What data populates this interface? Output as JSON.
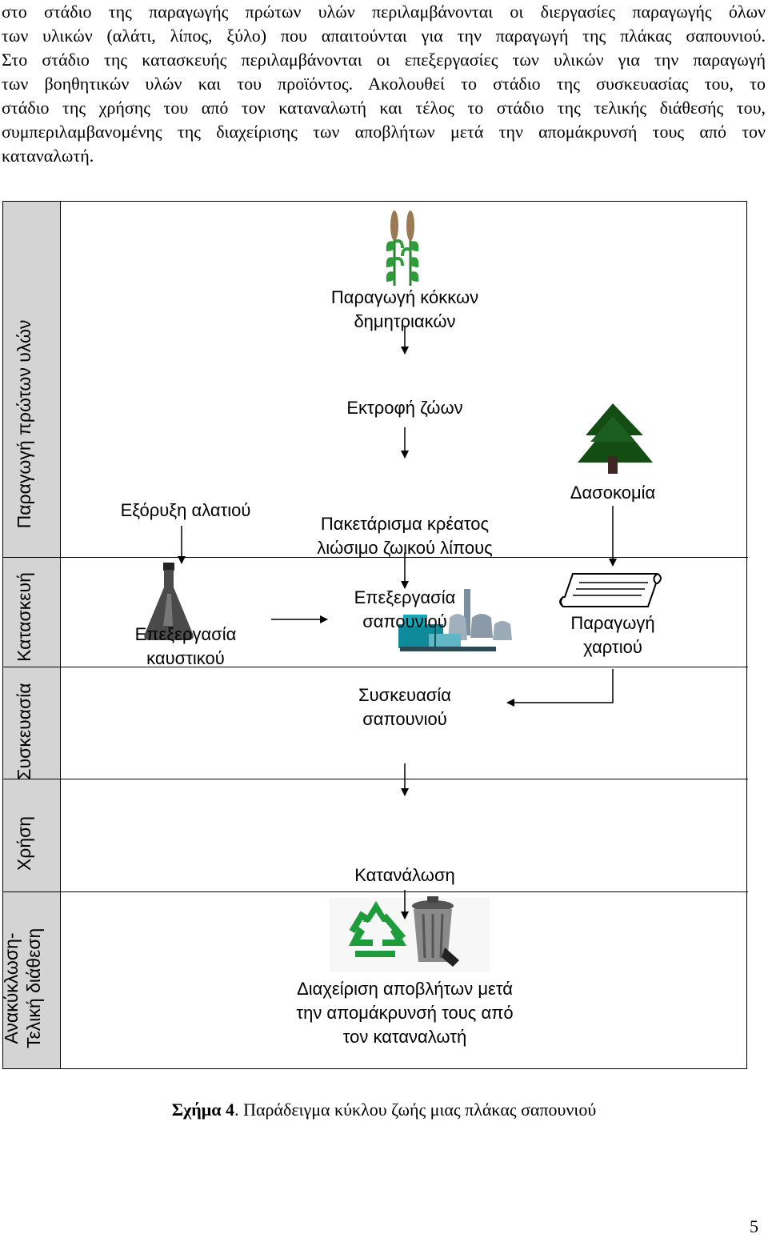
{
  "paragraph": {
    "lines": [
      "στο στάδιο της παραγωγής πρώτων υλών περιλαμβάνονται οι διεργασίες παραγωγής όλων",
      "των υλικών (αλάτι, λίπος, ξύλο) που απαιτούνται για την παραγωγή της πλάκας σαπουνιού.",
      "Στο στάδιο της κατασκευής περιλαμβάνονται οι επεξεργασίες των υλικών για την παραγωγή",
      "των βοηθητικών υλών και του προϊόντος. Ακολουθεί το στάδιο της συσκευασίας του, το",
      "στάδιο της χρήσης του από τον καταναλωτή και τέλος το στάδιο της τελικής διάθεσής του,",
      "συμπεριλαμβανομένης της διαχείρισης των αποβλήτων μετά την απομάκρυνσή τους από τον",
      "καταναλωτή."
    ]
  },
  "figure": {
    "stages": {
      "raw_materials": "Παραγωγή πρώτων υλών",
      "manufacture": "Κατασκευή",
      "packaging": "Συσκευασία",
      "use": "Χρήση",
      "end_of_life_line1": "Ανακύκλωση-",
      "end_of_life_line2": "Τελική διάθεση"
    },
    "nodes": {
      "grain": [
        "Παραγωγή κόκκων",
        "δημητριακών"
      ],
      "livestock": [
        "Εκτροφή ζώων"
      ],
      "meat_packing": [
        "Πακετάρισμα κρέατος",
        "λιώσιμο ζωικού λίπους"
      ],
      "forestry": [
        "Δασοκομία"
      ],
      "salt_mining": [
        "Εξόρυξη αλατιού"
      ],
      "caustic": [
        "Επεξεργασία",
        "καυστικού"
      ],
      "soap_processing": [
        "Επεξεργασία",
        "σαπουνιού"
      ],
      "paper": [
        "Παραγωγή",
        "χαρτιού"
      ],
      "soap_packaging": [
        "Συσκευασία",
        "σαπουνιού"
      ],
      "consumption": [
        "Κατανάλωση"
      ],
      "waste": [
        "Διαχείριση αποβλήτων μετά",
        "την απομάκρυνσή τους από",
        "τον καταναλωτή"
      ]
    },
    "icons": [
      "wheat-icon",
      "pine-tree-icon",
      "flask-icon",
      "factory-icon",
      "paper-scroll-icon",
      "recycle-icon",
      "trash-can-icon"
    ]
  },
  "caption": {
    "label": "Σχήμα 4",
    "text": ". Παράδειγμα κύκλου ζωής μιας πλάκας σαπουνιού"
  },
  "page_number": "5"
}
